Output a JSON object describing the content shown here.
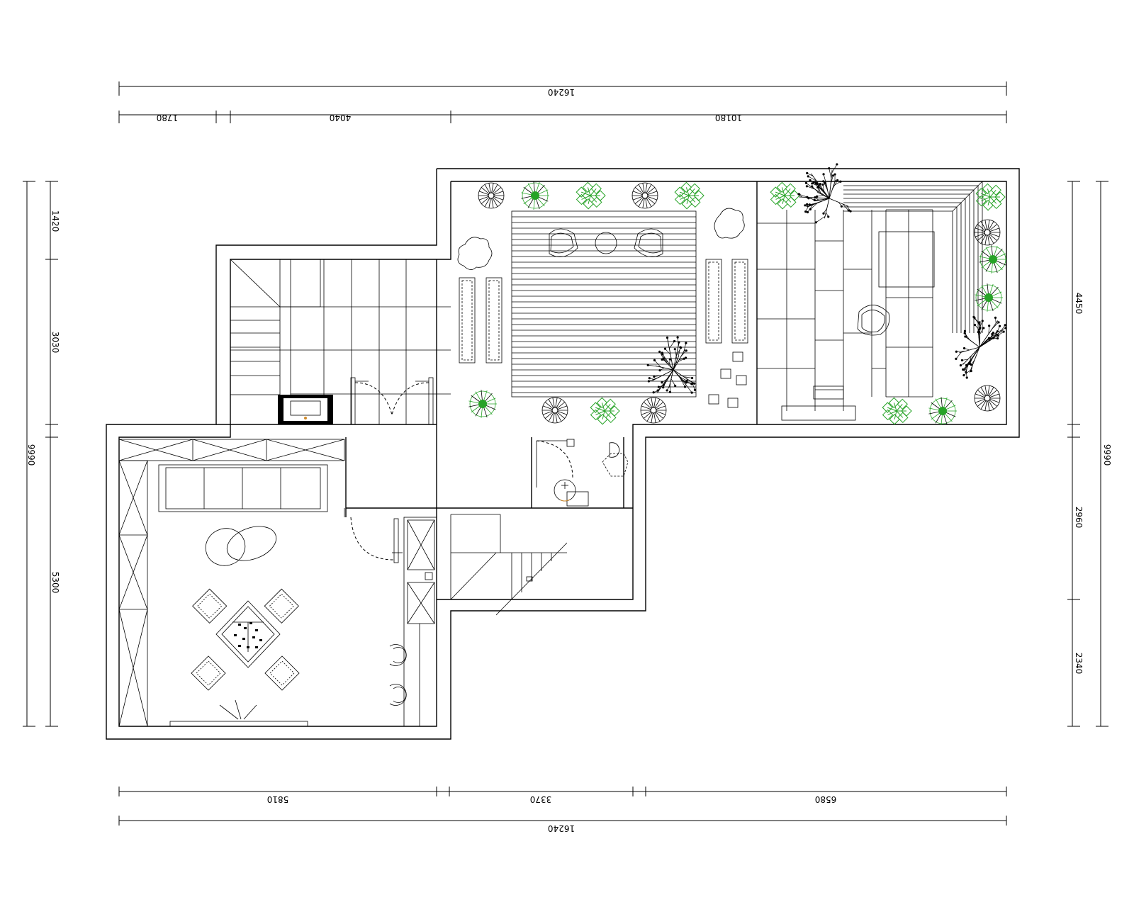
{
  "dimensions": {
    "top_overall": "16240",
    "top_segments": [
      "1780",
      "4040",
      "10180"
    ],
    "bottom_segments": [
      "5810",
      "3370",
      "6580"
    ],
    "bottom_overall": "16240",
    "left_overall": "9990",
    "left_segments": [
      "1420",
      "3030",
      "5300"
    ],
    "right_overall": "9990",
    "right_segments": [
      "4450",
      "2960",
      "2340"
    ]
  },
  "colors": {
    "lines": "#000000",
    "plants": "#27a327",
    "fixture_accent": "#d08a2a"
  }
}
